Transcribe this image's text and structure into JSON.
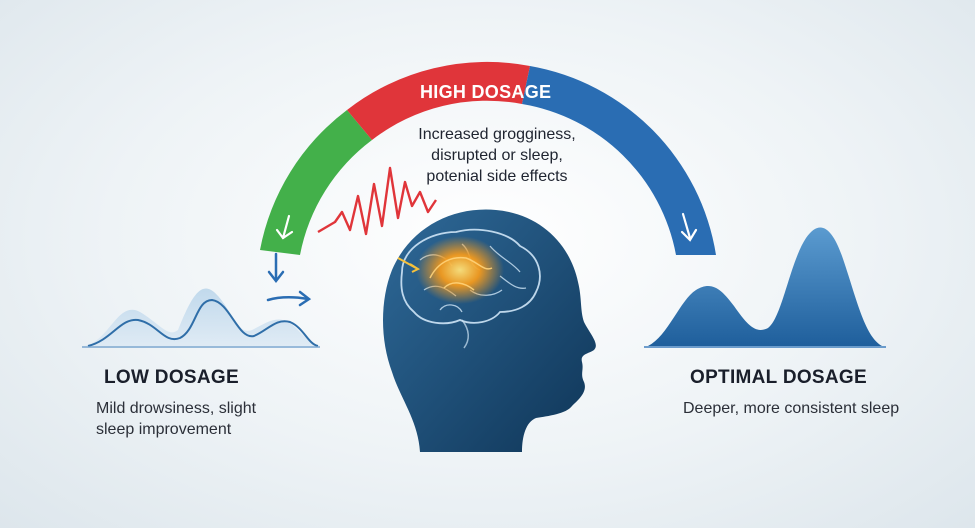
{
  "high": {
    "title": "HIGH DOSAGE",
    "desc": [
      "Increased grogginess,",
      "disrupted or sleep,",
      "potenial side effects"
    ]
  },
  "low": {
    "title": "LOW DOSAGE",
    "desc": [
      "Mild drowsiness, slight",
      "sleep improvement"
    ]
  },
  "optimal": {
    "title": "OPTIMAL DOSAGE",
    "desc": [
      "Deeper, more consistent sleep"
    ]
  },
  "colors": {
    "arc_green": "#43b04a",
    "arc_red": "#e0353a",
    "arc_blue": "#2a6db3",
    "head_dark": "#0f3557",
    "head_light": "#2f6a99",
    "brain_glow": "#f39a1d",
    "wave_light": "#9ec3e2",
    "wave_dark": "#2f6ea8"
  },
  "icons": [
    "arrow-down-left-icon",
    "arrow-down-icon",
    "arrow-right-icon",
    "arrow-down-right-icon",
    "head-brain-icon",
    "zigzag-signal-icon"
  ]
}
